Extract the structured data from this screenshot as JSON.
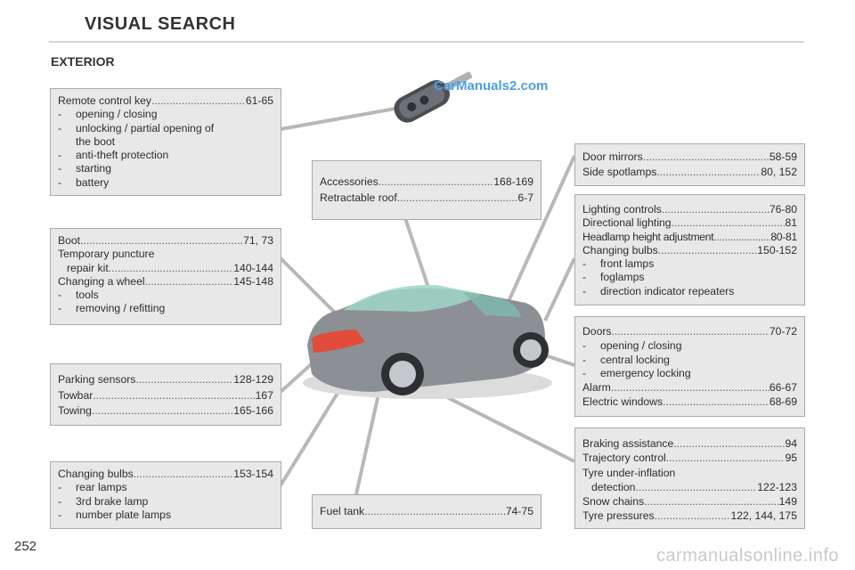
{
  "header": {
    "title": "VISUAL SEARCH",
    "section": "EXTERIOR",
    "page_number": "252"
  },
  "watermark": "CarManuals2.com",
  "footer_watermark": "carmanualsonline.info",
  "boxes": {
    "remote": {
      "entry": {
        "label": "Remote control key",
        "pages": "61-65"
      },
      "items": [
        "opening / closing",
        "unlocking / partial opening of",
        "anti-theft protection",
        "starting",
        "battery"
      ],
      "continuation": "the boot"
    },
    "boot": {
      "e1": {
        "label": "Boot ",
        "pages": "71, 73"
      },
      "e2_line1": "Temporary puncture",
      "e2": {
        "label": "repair kit",
        "pages": "140-144"
      },
      "e3": {
        "label": "Changing a wheel ",
        "pages": "145-148"
      },
      "items": [
        "tools",
        "removing / refitting"
      ]
    },
    "parking": {
      "e1": {
        "label": "Parking sensors ",
        "pages": "128-129"
      },
      "e2": {
        "label": "Towbar ",
        "pages": "167"
      },
      "e3": {
        "label": "Towing ",
        "pages": "165-166"
      }
    },
    "bulbs_rear": {
      "e1": {
        "label": "Changing bulbs",
        "pages": "153-154"
      },
      "items": [
        "rear lamps",
        "3rd brake lamp",
        "number plate lamps"
      ]
    },
    "accessories": {
      "e1": {
        "label": "Accessories ",
        "pages": "168-169"
      },
      "e2": {
        "label": "Retractable roof ",
        "pages": "6-7"
      }
    },
    "fuel": {
      "e1": {
        "label": "Fuel tank",
        "pages": "74-75"
      }
    },
    "mirrors": {
      "e1": {
        "label": "Door mirrors",
        "pages": "58-59"
      },
      "e2": {
        "label": "Side spotlamps ",
        "pages": "80, 152"
      }
    },
    "lighting": {
      "e1": {
        "label": "Lighting controls ",
        "pages": "76-80"
      },
      "e2": {
        "label": "Directional lighting ",
        "pages": "81"
      },
      "e3": {
        "label": "Headlamp height adjustment",
        "pages": "80-81"
      },
      "e4": {
        "label": "Changing bulbs",
        "pages": "150-152"
      },
      "items": [
        "front lamps",
        "foglamps",
        "direction indicator repeaters"
      ]
    },
    "doors": {
      "e1": {
        "label": "Doors ",
        "pages": "70-72"
      },
      "items": [
        "opening / closing",
        "central locking",
        "emergency locking"
      ],
      "e2": {
        "label": "Alarm ",
        "pages": "66-67"
      },
      "e3": {
        "label": "Electric windows ",
        "pages": "68-69"
      }
    },
    "braking": {
      "e1": {
        "label": "Braking assistance ",
        "pages": "94"
      },
      "e2": {
        "label": "Trajectory control ",
        "pages": "95"
      },
      "e3_line1": "Tyre under-inflation",
      "e3": {
        "label": "detection",
        "pages": "122-123"
      },
      "e4": {
        "label": "Snow chains ",
        "pages": "149"
      },
      "e5": {
        "label": "Tyre pressures",
        "pages": "122, 144, 175"
      }
    }
  },
  "colors": {
    "box_bg": "#e8e8e8",
    "box_border": "#a9a9a9",
    "car_body": "#8c8f94",
    "leader": "#b5b5b5"
  }
}
